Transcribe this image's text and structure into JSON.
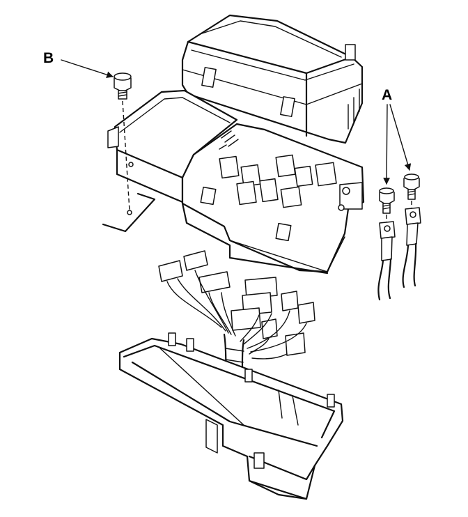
{
  "diagram": {
    "callouts": [
      {
        "id": "A",
        "label": "A"
      },
      {
        "id": "B",
        "label": "B"
      }
    ]
  },
  "colors": {
    "line": "#111111",
    "background": "#ffffff"
  }
}
